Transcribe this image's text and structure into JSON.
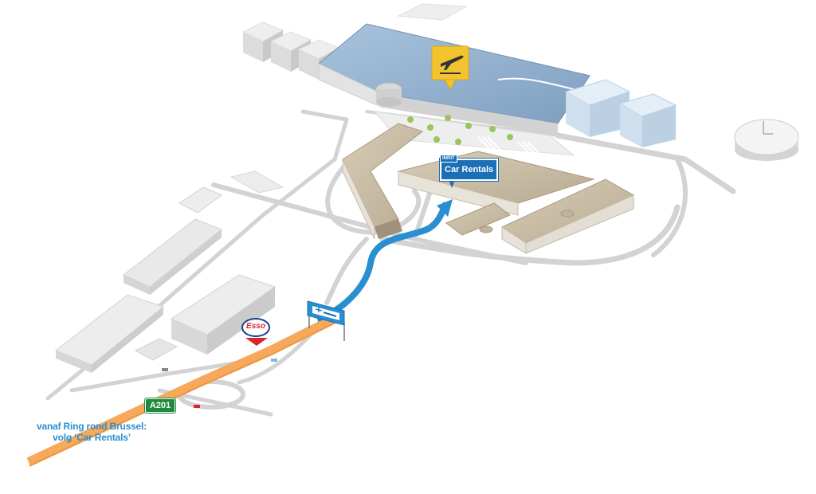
{
  "caption": {
    "line1": "vanaf Ring rond Brussel:",
    "line2": "volg ‘Car Rentals’"
  },
  "road_sign": "A201",
  "car_rentals_sign": {
    "header": "INRIT",
    "label": "Car Rentals"
  },
  "station_logo": "Esso",
  "icons": [
    "airplane-departure-icon",
    "map-pin-icon",
    "direction-arrow-icon"
  ],
  "colors": {
    "route_blue": "#2a8fd0",
    "highway_orange": "#f6a95b",
    "road_grey": "#cfcfcf",
    "building_grey": "#e8e8e8",
    "terminal_blue": "#8fb1d0",
    "parking_tan": "#c8bca6",
    "marker_yellow": "#f4c430",
    "road_sign_green": "#1f8a3c",
    "esso_red": "#d9262e",
    "caption_blue": "#2a8fd0"
  }
}
